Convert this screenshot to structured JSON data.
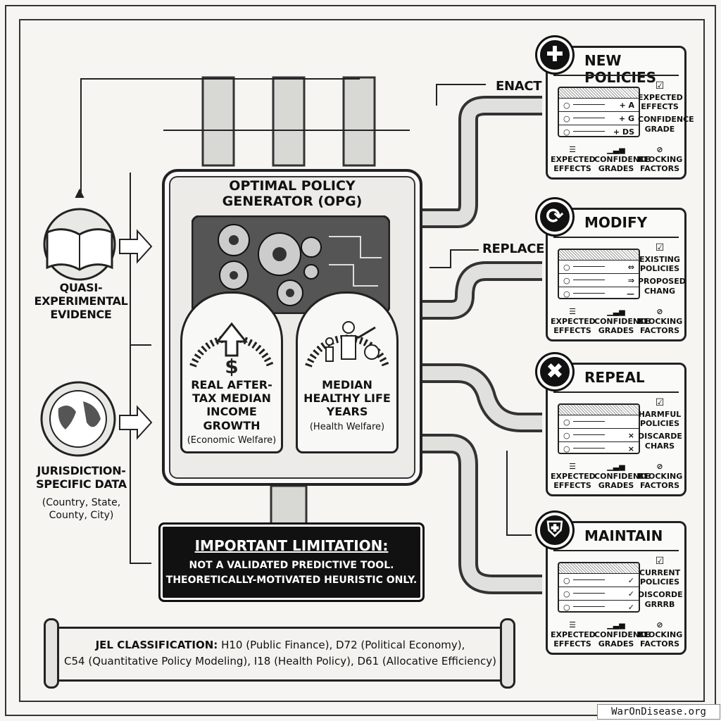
{
  "generator": {
    "title_line1": "OPTIMAL POLICY",
    "title_line2": "GENERATOR (OPG)"
  },
  "inputs": [
    {
      "icon": "book-icon",
      "label": "QUASI-EXPERIMENTAL EVIDENCE",
      "sub": ""
    },
    {
      "icon": "globe-icon",
      "label": "JURISDICTION-SPECIFIC DATA",
      "sub": "(Country, State, County, City)"
    }
  ],
  "gauges": [
    {
      "icon": "dollar-arrow-icon",
      "title": "REAL AFTER-TAX MEDIAN INCOME GROWTH",
      "subtitle": "(Economic Welfare)"
    },
    {
      "icon": "family-clock-icon",
      "title": "MEDIAN HEALTHY LIFE YEARS",
      "subtitle": "(Health Welfare)"
    }
  ],
  "limitation": {
    "heading": "IMPORTANT LIMITATION:",
    "line1": "NOT A VALIDATED PREDICTIVE TOOL.",
    "line2": "THEORETICALLY-MOTIVATED HEURISTIC ONLY."
  },
  "flow_labels": {
    "enact": "ENACT",
    "replace": "REPLACE"
  },
  "outputs": [
    {
      "title": "NEW POLICIES",
      "icon": "plus-icon",
      "rows": [
        "+ A",
        "+ G",
        "+ DS"
      ],
      "side1": "EXPECTED EFFECTS",
      "side2": "CONFIDENCE GRADE"
    },
    {
      "title": "MODIFY",
      "icon": "cycle-arrows-icon",
      "rows": [
        "⇔",
        "⇒",
        "—"
      ],
      "side1": "EXISTING POLICIES",
      "side2": "PROPOSED CHANG"
    },
    {
      "title": "REPEAL",
      "icon": "broken-chain-icon",
      "rows": [
        "",
        "×",
        "×"
      ],
      "side1": "HARMFUL POLICIES",
      "side2": "DISCARDE CHARS"
    },
    {
      "title": "MAINTAIN",
      "icon": "shield-icon",
      "rows": [
        "✓",
        "✓",
        "✓"
      ],
      "side1": "CURRENT POLICIES",
      "side2": "DISCORDE GRRRB"
    }
  ],
  "output_footer": [
    "EXPECTED EFFECTS",
    "CONFIDENCE GRADES",
    "BLOCKING FACTORS"
  ],
  "jel": {
    "label": "JEL CLASSIFICATION:",
    "line1": "H10 (Public Finance), D72 (Political Economy),",
    "line2": "C54 (Quantitative Policy Modeling), I18 (Health Policy), D61 (Allocative Efficiency)"
  },
  "watermark": "WarOnDisease.org"
}
